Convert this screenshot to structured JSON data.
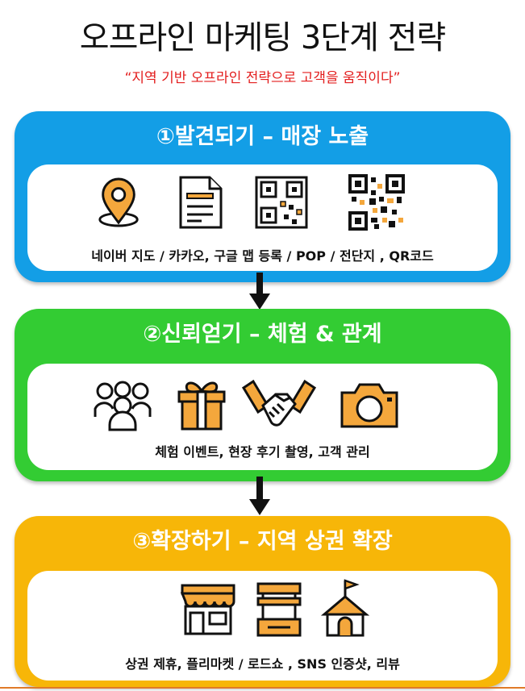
{
  "title": "오프라인 마케팅 3단계 전략",
  "subtitle": "“지역 기반 오프라인 전략으로 고객을 움직이다”",
  "stages": [
    {
      "heading": "①발견되기 – 매장 노출",
      "caption": "네이버 지도 / 카카오, 구글 맵 등록 / POP / 전단지 , QR코드",
      "color": "#139ee6",
      "icons": [
        "map-pin-icon",
        "document-icon",
        "qr-code-icon",
        "qr-code-icon"
      ]
    },
    {
      "heading": "②신뢰얻기 – 체험 & 관계",
      "caption": "체험 이벤트, 현장 후기 촬영, 고객 관리",
      "color": "#33cc33",
      "icons": [
        "people-icon",
        "gift-icon",
        "handshake-icon",
        "camera-icon"
      ]
    },
    {
      "heading": "③확장하기 – 지역 상권 확장",
      "caption": "상권 제휴, 플리마켓 / 로드쇼 , SNS 인증샷, 리뷰",
      "color": "#f7b608",
      "icons": [
        "store-icon",
        "market-stall-icon",
        "tent-flag-icon"
      ]
    }
  ],
  "colors": {
    "icon_fill": "#f4a73c",
    "icon_stroke": "#111111",
    "accent_red": "#e31d1d"
  }
}
